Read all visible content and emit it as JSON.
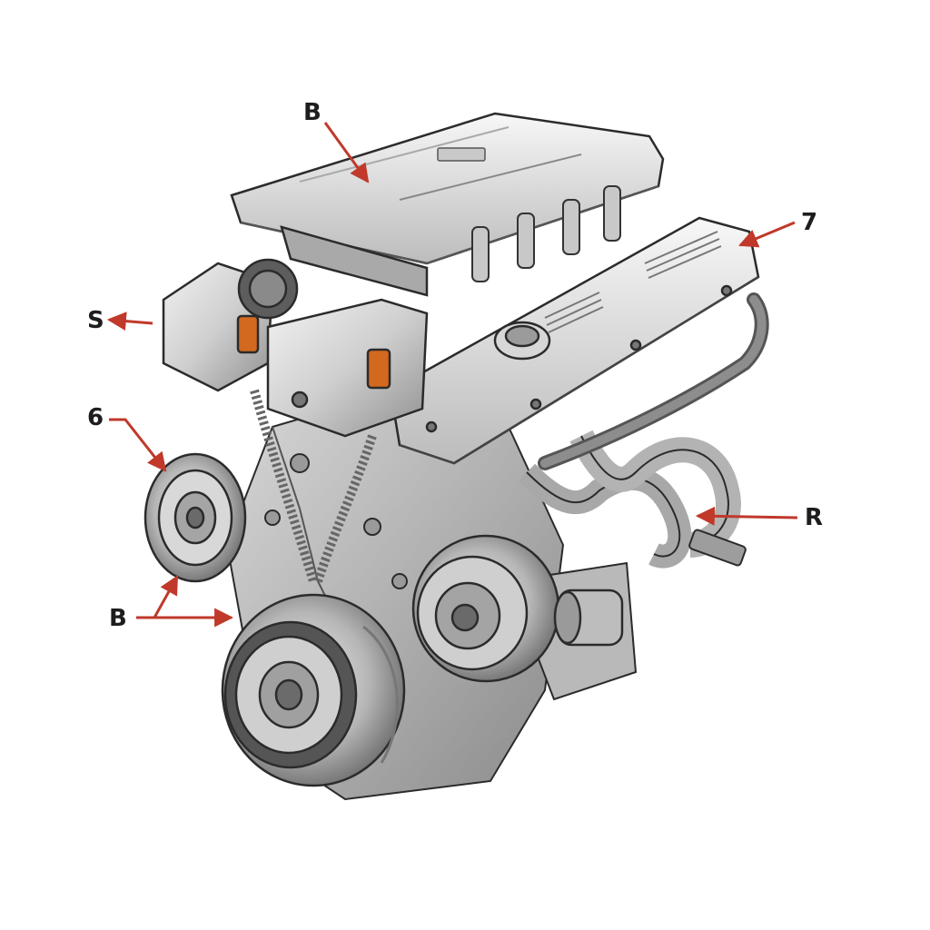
{
  "diagram": {
    "callouts": [
      {
        "id": "top",
        "label": "B"
      },
      {
        "id": "right-top",
        "label": "7"
      },
      {
        "id": "left-top",
        "label": "S"
      },
      {
        "id": "left-mid",
        "label": "6"
      },
      {
        "id": "right-mid",
        "label": "R"
      },
      {
        "id": "left-bottom",
        "label": "B"
      }
    ],
    "colors": {
      "arrow": "#c0392b",
      "metal_light": "#e6e6e6",
      "metal_mid": "#bdbdbd",
      "metal_dark": "#6e6e6e",
      "outline": "#2b2b2b",
      "accent_orange": "#d2691e"
    }
  }
}
